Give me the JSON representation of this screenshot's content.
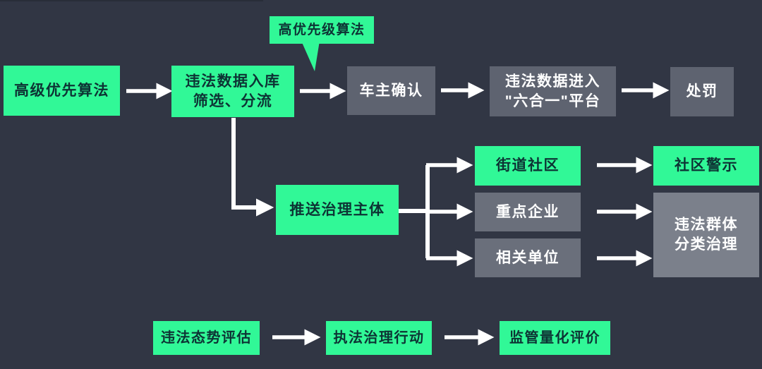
{
  "colors": {
    "background": "#313644",
    "top_edge": "#282D39",
    "green": "#31F897",
    "green_text": "#0D3334",
    "gray_dark": "#5E6370",
    "gray_mid": "#6A6F7B",
    "gray_light": "#7B808B",
    "white_text": "#FFFFFF",
    "arrow": "#FFFFFF"
  },
  "diagram": {
    "nodes": {
      "priority_algorithm": {
        "label": "高级优先算法"
      },
      "data_intake": {
        "label": "违法数据入库\n筛选、分流"
      },
      "high_priority_callout": {
        "label": "高优先级算法"
      },
      "owner_confirm": {
        "label": "车主确认"
      },
      "platform_entry": {
        "label": "违法数据进入\n\"六合一\"平台"
      },
      "punishment": {
        "label": "处罚"
      },
      "push_governance": {
        "label": "推送治理主体"
      },
      "street_community": {
        "label": "街道社区"
      },
      "key_enterprises": {
        "label": "重点企业"
      },
      "related_units": {
        "label": "相关单位"
      },
      "community_warning": {
        "label": "社区警示"
      },
      "group_governance": {
        "label": "违法群体\n分类治理"
      },
      "situation_assessment": {
        "label": "违法态势评估"
      },
      "enforcement_action": {
        "label": "执法治理行动"
      },
      "quantified_evaluation": {
        "label": "监管量化评价"
      }
    }
  }
}
